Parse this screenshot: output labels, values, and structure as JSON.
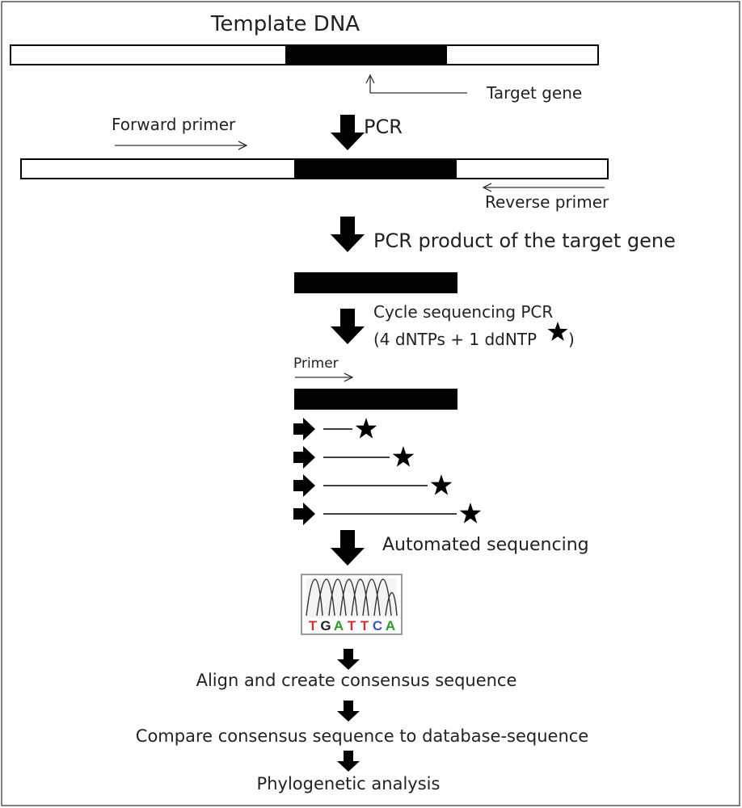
{
  "title": "Template DNA",
  "labels": {
    "target_gene": "Target gene",
    "forward_primer": "Forward primer",
    "pcr": "PCR",
    "reverse_primer": "Reverse primer",
    "pcr_product": "PCR product of the target gene",
    "cycle_seq_line1": "Cycle sequencing PCR",
    "cycle_seq_line2": "(4 dNTPs + 1 ddNTP",
    "cycle_seq_close": ")",
    "primer": "Primer",
    "automated": "Automated sequencing",
    "align": "Align and create consensus sequence",
    "compare": "Compare consensus sequence to database-sequence",
    "phylo": "Phylogenetic analysis"
  },
  "chromatogram": {
    "bases": [
      "T",
      "G",
      "A",
      "T",
      "T",
      "C",
      "A"
    ]
  },
  "colors": {
    "dna": "#000000",
    "outline": "#000000",
    "arrow": "#000000",
    "chromatogram_frame": "#9a9a9a",
    "base_T": "#d03030",
    "base_G": "#222222",
    "base_A": "#2e9a2e",
    "base_C": "#3355cc"
  },
  "icons": [
    "down-arrow-icon",
    "star-icon",
    "chromatogram-icon",
    "block-arrow-icon"
  ]
}
